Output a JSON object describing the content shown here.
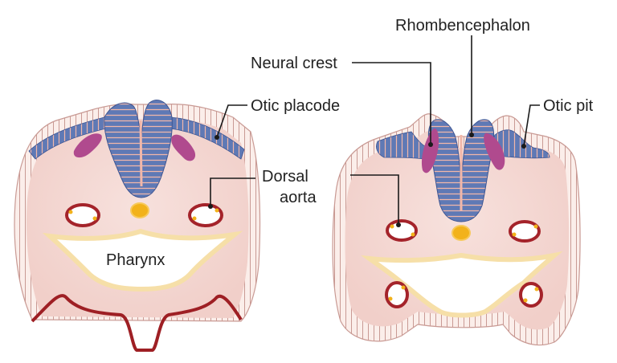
{
  "labels": {
    "otic_placode": "Otic placode",
    "dorsal": "Dorsal",
    "aorta": "aorta",
    "pharynx": "Pharynx",
    "rhombencephalon": "Rhombencephalon",
    "neural_crest": "Neural crest",
    "otic_pit": "Otic pit"
  },
  "colors": {
    "tissue": "#f7e4e0",
    "tissue_edge": "#c99a94",
    "ectoderm": "#fbeeea",
    "neural_blue": "#5f79b5",
    "neural_stripe": "#f1b7a9",
    "neural_crest": "#b04a8e",
    "aorta_red": "#a4232a",
    "notochord": "#f2b21b",
    "pharynx_rim": "#f6dfa8",
    "base_red": "#9e1f24"
  }
}
